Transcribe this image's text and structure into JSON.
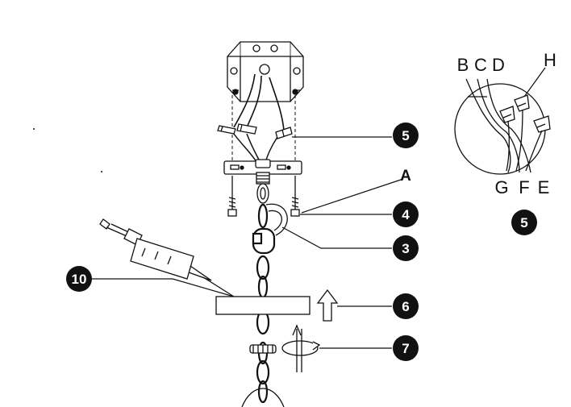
{
  "callouts": {
    "c5_main": "5",
    "c4": "4",
    "c3": "3",
    "c6": "6",
    "c7": "7",
    "c10": "10",
    "c5_inset": "5"
  },
  "labels": {
    "A": "A",
    "B": "B",
    "C": "C",
    "D": "D",
    "H": "H",
    "G": "G",
    "F": "F",
    "E": "E"
  },
  "colors": {
    "ink": "#111111",
    "callout_fill": "#111111",
    "callout_text": "#ffffff",
    "paper": "#ffffff"
  }
}
